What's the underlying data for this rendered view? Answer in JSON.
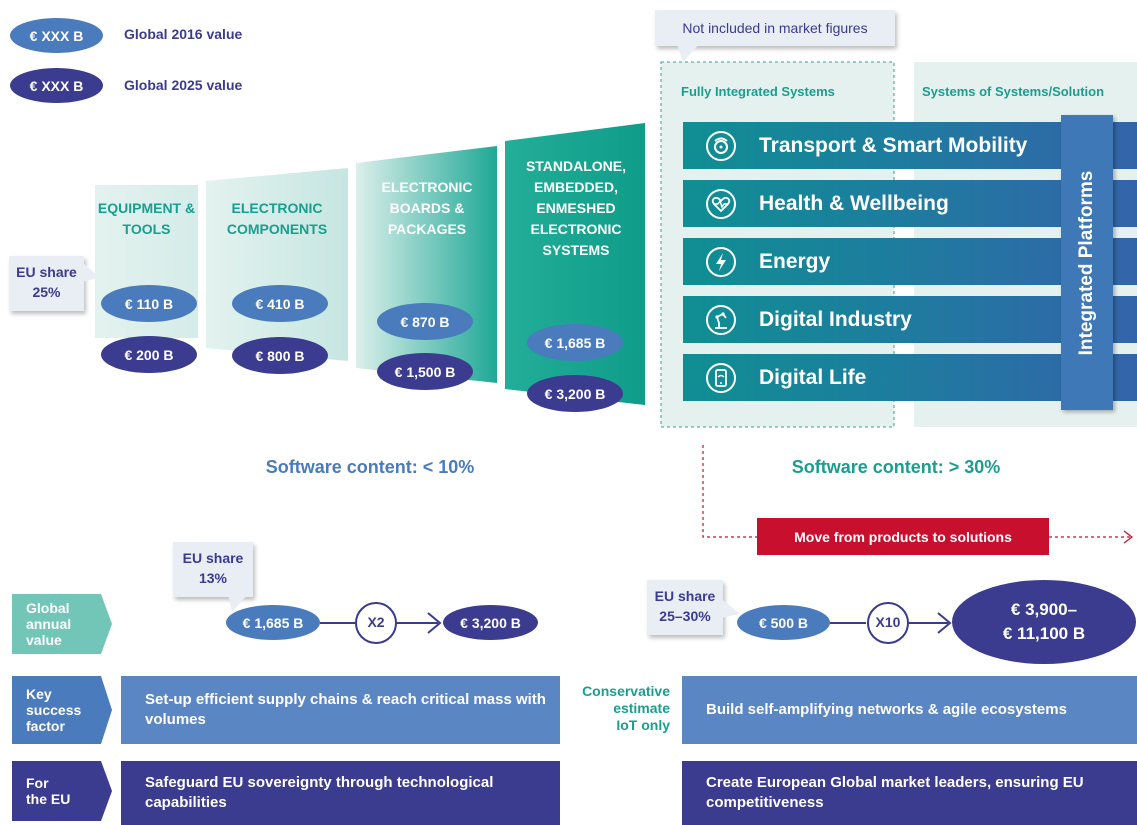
{
  "legend": {
    "value2016_badge": "€ XXX B",
    "value2016_label": "Global 2016 value",
    "value2025_badge": "€ XXX B",
    "value2025_label": "Global 2025 value"
  },
  "not_included_callout": "Not included in market figures",
  "fully_integrated_header": "Fully Integrated Systems",
  "systems_of_systems_header": "Systems of Systems/Solution",
  "segments": [
    {
      "title": "EQUIPMENT & TOOLS",
      "v2016": "€ 110 B",
      "v2025": "€ 200 B"
    },
    {
      "title": "ELECTRONIC COMPONENTS",
      "v2016": "€ 410 B",
      "v2025": "€ 800 B"
    },
    {
      "title": "ELECTRONIC BOARDS & PACKAGES",
      "v2016": "€ 870 B",
      "v2025": "€ 1,500 B"
    },
    {
      "title": "STANDALONE, EMBEDDED, ENMESHED ELECTRONIC SYSTEMS",
      "v2016": "€ 1,685 B",
      "v2025": "€ 3,200 B"
    }
  ],
  "eu_share_top": {
    "label": "EU share",
    "value": "25%"
  },
  "sectors": [
    {
      "label": "Transport & Smart Mobility",
      "icon": "car-wheel-icon"
    },
    {
      "label": "Health & Wellbeing",
      "icon": "heart-pulse-icon"
    },
    {
      "label": "Energy",
      "icon": "lightning-icon"
    },
    {
      "label": "Digital Industry",
      "icon": "robot-arm-icon"
    },
    {
      "label": "Digital Life",
      "icon": "smartphone-icon"
    }
  ],
  "integrated_platforms": "Integrated Platforms",
  "software_left": "Software content: < 10%",
  "software_right": "Software content: > 30%",
  "move_banner": "Move from products to solutions",
  "left_eu_share": {
    "label": "EU share",
    "value": "13%"
  },
  "right_eu_share": {
    "label": "EU share",
    "value": "25–30%"
  },
  "growth_left": {
    "from": "€ 1,685 B",
    "factor": "X2",
    "to": "€ 3,200 B"
  },
  "growth_right": {
    "from": "€ 500 B",
    "factor": "X10",
    "to_line1": "€ 3,900–",
    "to_line2": "€ 11,100 B"
  },
  "conservative_note": {
    "line1": "Conservative",
    "line2": "estimate",
    "line3": "IoT only"
  },
  "row_labels": {
    "global_annual_value": {
      "l1": "Global",
      "l2": "annual",
      "l3": "value"
    },
    "key_success_factor": {
      "l1": "Key",
      "l2": "success",
      "l3": "factor"
    },
    "for_the_eu": {
      "l1": "For",
      "l2": "the EU"
    }
  },
  "key_left": "Set-up efficient supply chains & reach critical mass with volumes",
  "key_right": "Build self-amplifying networks & agile ecosystems",
  "eu_left": "Safeguard EU sovereignty through technological capabilities",
  "eu_right": "Create European Global market leaders, ensuring EU competitiveness",
  "colors": {
    "teal": "#1a9e8f",
    "navy": "#3b3b8f",
    "blue": "#4a7bbd",
    "red": "#c8102e",
    "blue_box": "#5b86c4"
  }
}
